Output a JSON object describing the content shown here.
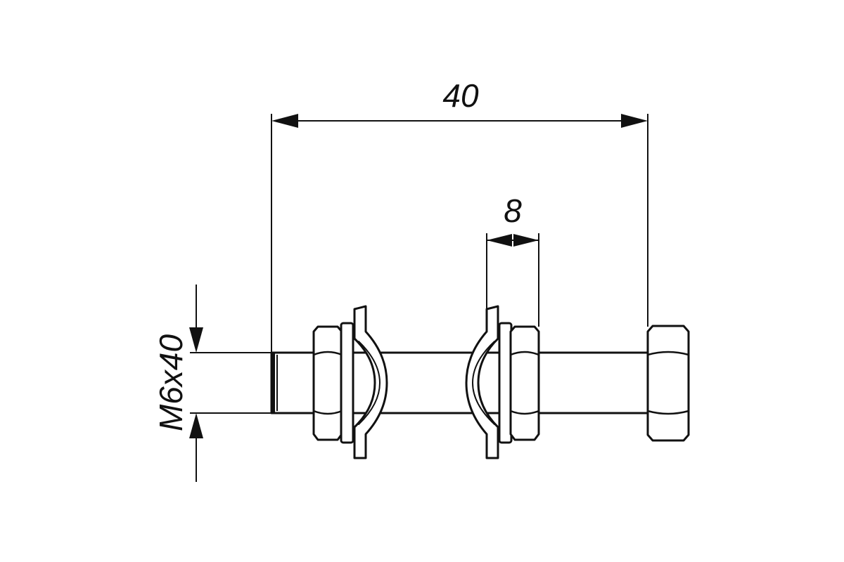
{
  "diagram": {
    "dimensions": {
      "length": "40",
      "spacing": "8",
      "thread": "M6x40"
    },
    "colors": {
      "ink": "#111111",
      "background": "#ffffff"
    }
  }
}
